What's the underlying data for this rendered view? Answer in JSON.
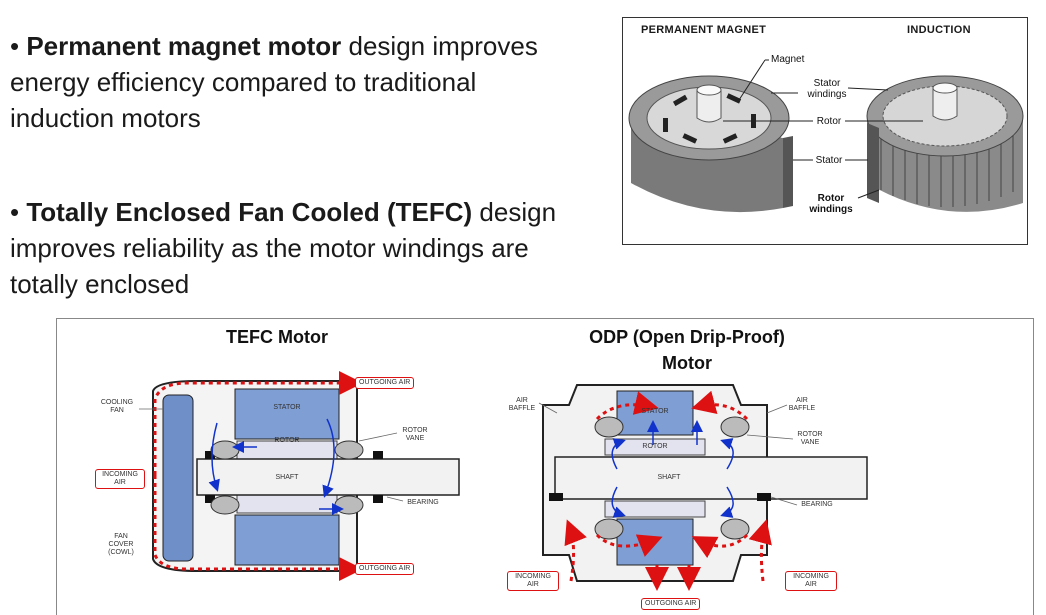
{
  "bullets": [
    {
      "bold": "Permanent magnet motor",
      "rest": " design improves energy efficiency compared to traditional induction motors"
    },
    {
      "bold": "Totally Enclosed Fan Cooled (TEFC)",
      "rest": " design improves reliability as the motor windings are totally enclosed"
    }
  ],
  "pm_figure": {
    "head_left": "PERMANENT MAGNET",
    "head_right": "INDUCTION",
    "labels": {
      "magnet": "Magnet",
      "stator_windings": "Stator windings",
      "rotor": "Rotor",
      "stator": "Stator",
      "rotor_windings": "Rotor windings"
    }
  },
  "cooling_figure": {
    "tefc_title": "TEFC Motor",
    "odp_title_1": "ODP (Open Drip-Proof)",
    "odp_title_2": "Motor",
    "tefc_labels": {
      "cooling_fan": "COOLING FAN",
      "incoming_air": "INCOMING AIR",
      "fan_cover": "FAN COVER (COWL)",
      "outgoing_air_top": "OUTGOING AIR",
      "outgoing_air_bottom": "OUTGOING AIR",
      "stator": "STATOR",
      "rotor": "ROTOR",
      "shaft": "SHAFT",
      "rotor_vane": "ROTOR VANE",
      "bearing": "BEARING"
    },
    "odp_labels": {
      "air_baffle_left": "AIR BAFFLE",
      "air_baffle_right": "AIR BAFFLE",
      "stator": "STATOR",
      "rotor": "ROTOR",
      "shaft": "SHAFT",
      "rotor_vane": "ROTOR VANE",
      "bearing": "BEARING",
      "incoming_air_left": "INCOMING AIR",
      "incoming_air_right": "INCOMING AIR",
      "outgoing_air": "OUTGOING AIR"
    }
  }
}
